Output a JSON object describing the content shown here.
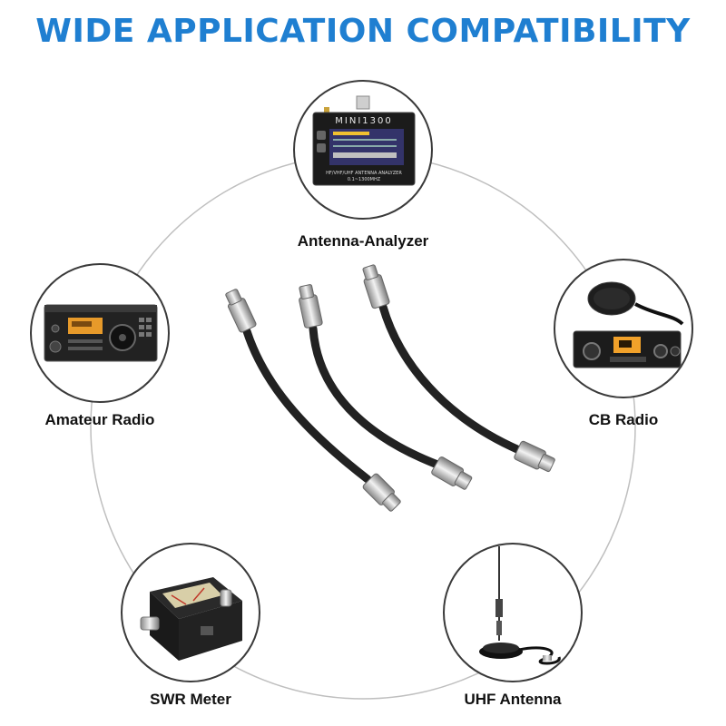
{
  "title": "WIDE APPLICATION COMPATIBILITY",
  "devices": [
    {
      "label": "Antenna-Analyzer",
      "icon": "antenna-analyzer-icon",
      "screen_brand": "MINI1300",
      "screen_subtitle": "HF/VHF/UHF ANTENNA ANALYZER",
      "screen_range": "0.1~1300MHZ"
    },
    {
      "label": "Amateur Radio",
      "icon": "amateur-radio-icon"
    },
    {
      "label": "CB Radio",
      "icon": "cb-radio-icon"
    },
    {
      "label": "SWR Meter",
      "icon": "swr-meter-icon"
    },
    {
      "label": "UHF Antenna",
      "icon": "uhf-antenna-icon"
    }
  ],
  "colors": {
    "title": "#1f7fd1",
    "ring": "#bfbfbf",
    "bubble_border": "#3a3a3a"
  }
}
